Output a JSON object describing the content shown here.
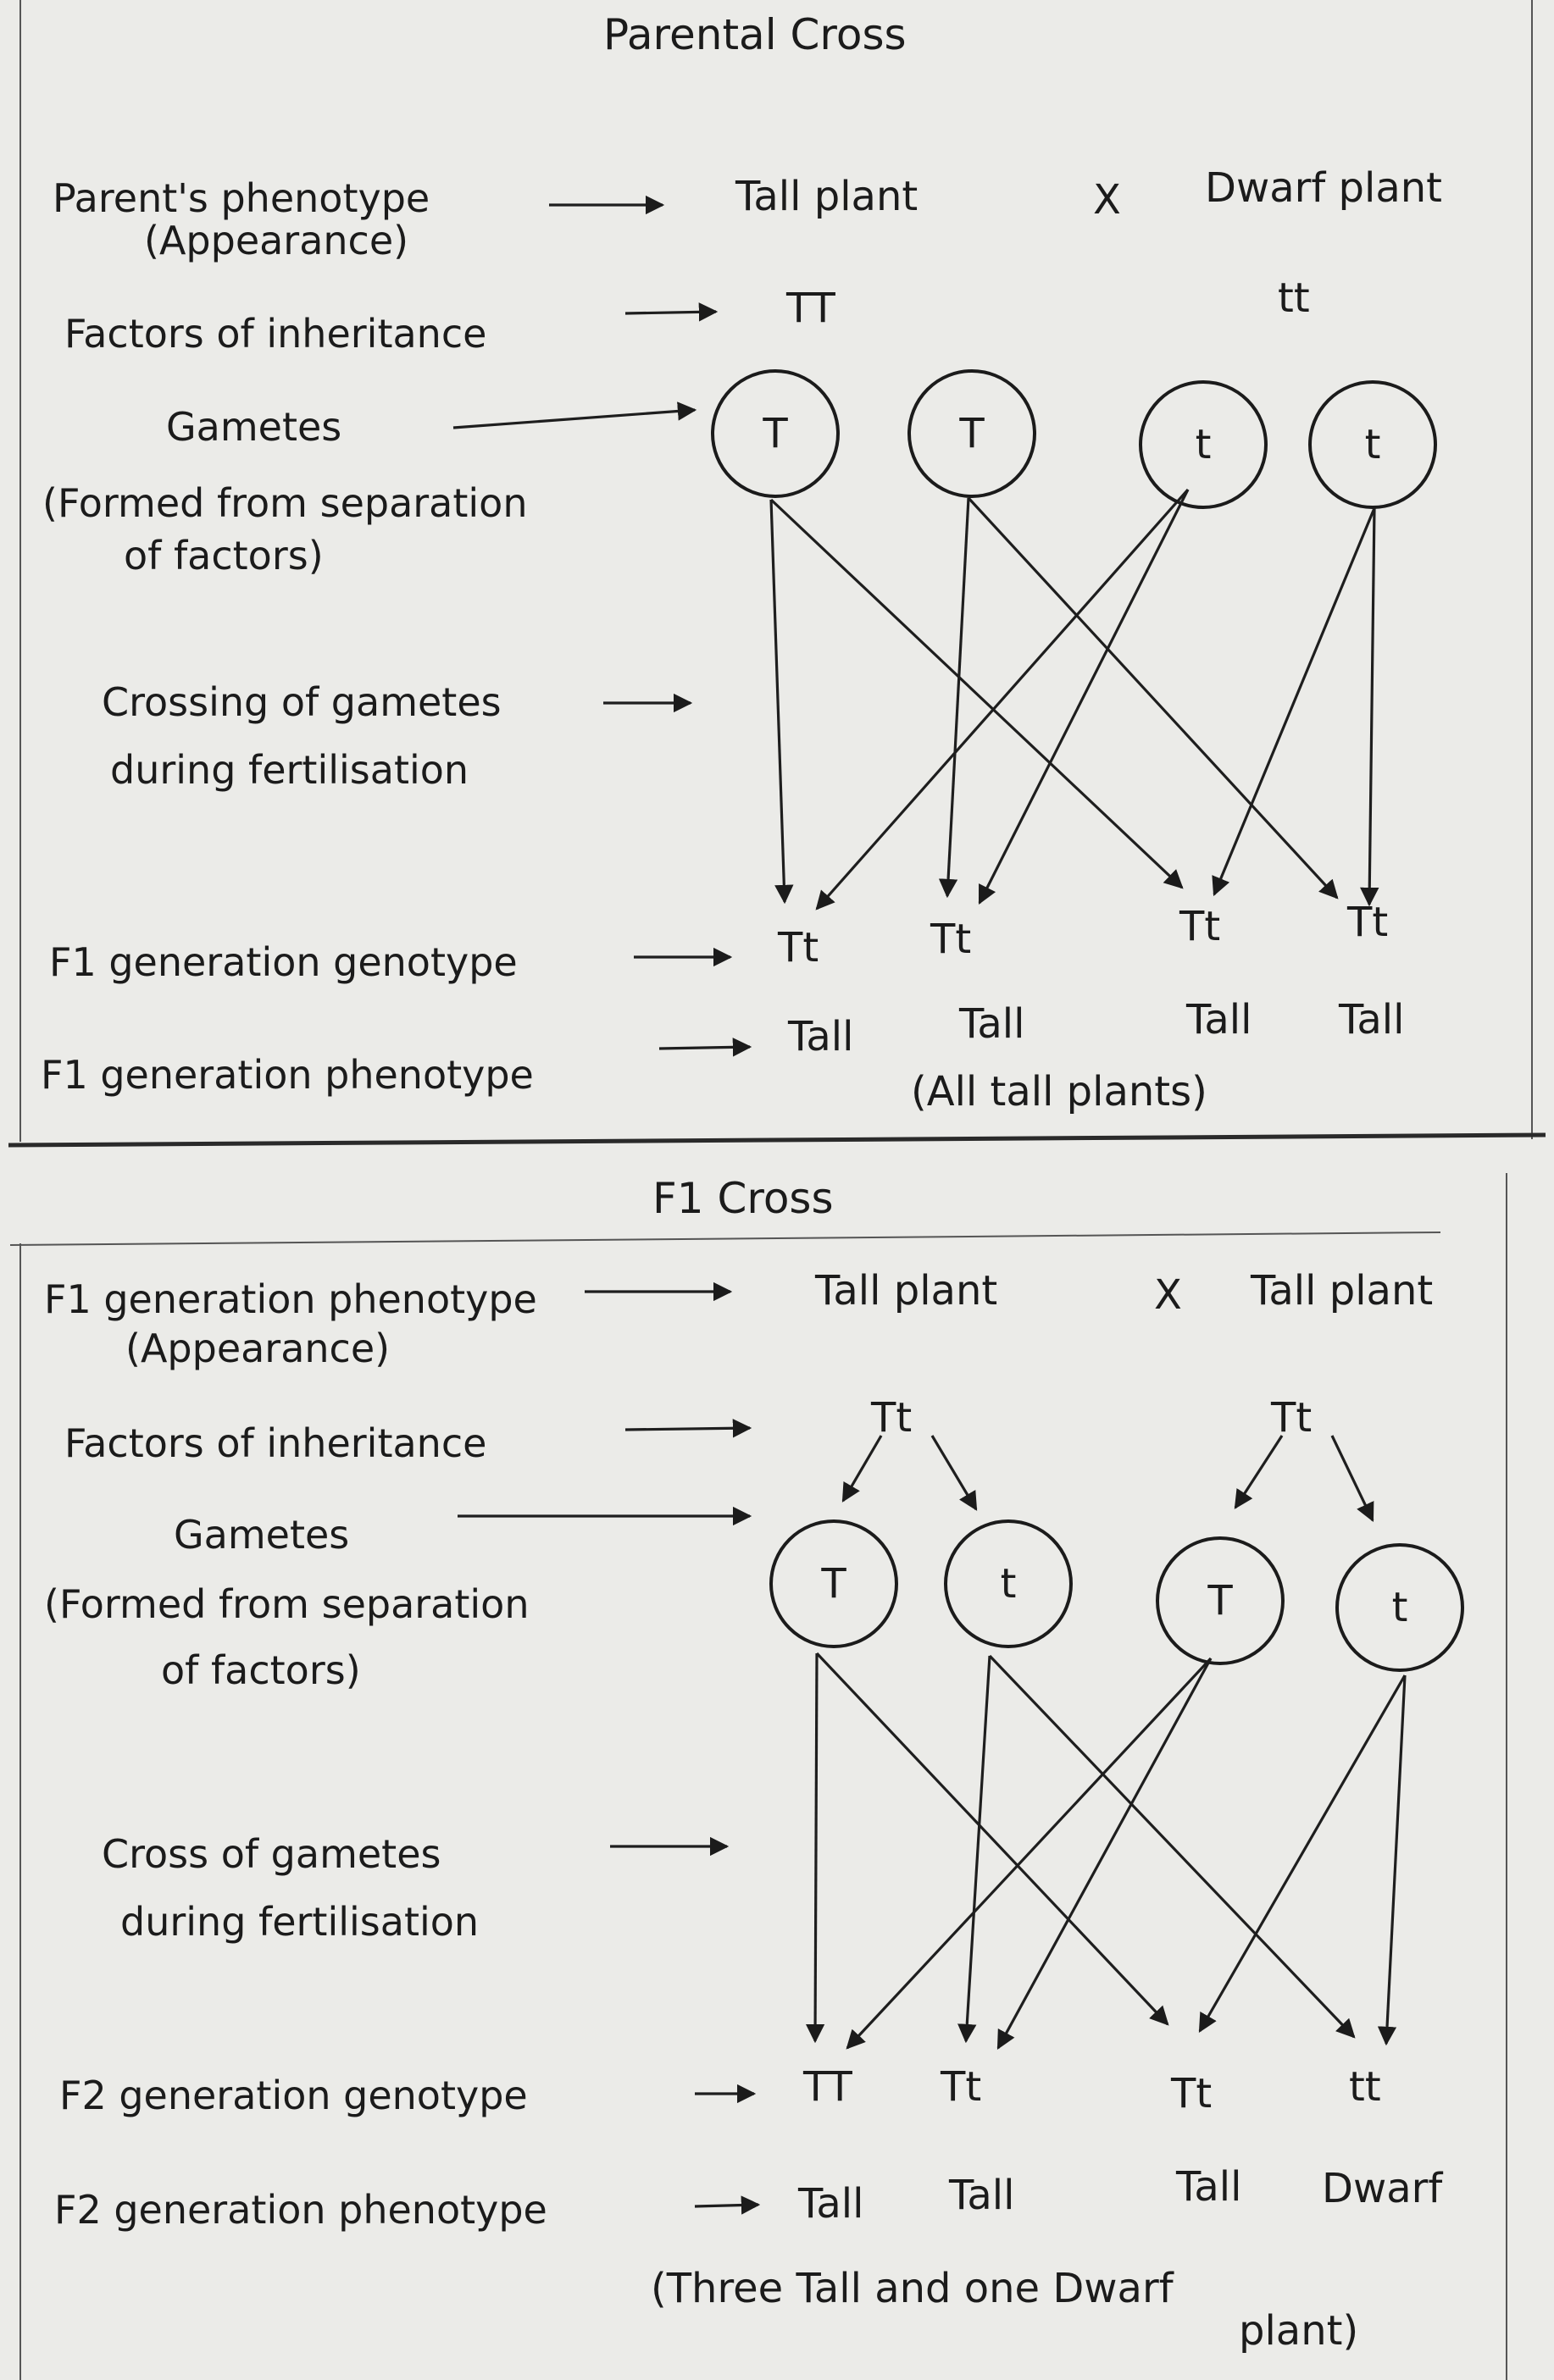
{
  "parental_cross": {
    "title": "Parental Cross",
    "rows": {
      "phenotype_label": "Parent's phenotype",
      "phenotype_sublabel": "(Appearance)",
      "phenotype_left": "Tall plant",
      "cross_symbol": "X",
      "phenotype_right": "Dwarf plant",
      "factors_label": "Factors of inheritance",
      "factors_left": "TT",
      "factors_right": "tt",
      "gametes_label": "Gametes",
      "gametes_sublabel_1": "(Formed from separation",
      "gametes_sublabel_2": "of factors)",
      "gametes": [
        "T",
        "T",
        "t",
        "t"
      ],
      "crossing_label_1": "Crossing of gametes",
      "crossing_label_2": "during fertilisation",
      "genotype_label": "F1 generation genotype",
      "genotypes": [
        "Tt",
        "Tt",
        "Tt",
        "Tt"
      ],
      "phenotype_f1_label": "F1 generation phenotype",
      "phenotypes": [
        "Tall",
        "Tall",
        "Tall",
        "Tall"
      ],
      "summary": "(All tall plants)"
    }
  },
  "f1_cross": {
    "title": "F1 Cross",
    "rows": {
      "phenotype_label": "F1 generation phenotype",
      "phenotype_sublabel": "(Appearance)",
      "phenotype_left": "Tall plant",
      "cross_symbol": "X",
      "phenotype_right": "Tall plant",
      "factors_label": "Factors of inheritance",
      "factors_left": "Tt",
      "factors_right": "Tt",
      "gametes_label": "Gametes",
      "gametes_sublabel_1": "(Formed from separation",
      "gametes_sublabel_2": "of factors)",
      "gametes": [
        "T",
        "t",
        "T",
        "t"
      ],
      "crossing_label_1": "Cross of gametes",
      "crossing_label_2": "during fertilisation",
      "genotype_label": "F2 generation genotype",
      "genotypes": [
        "TT",
        "Tt",
        "Tt",
        "tt"
      ],
      "phenotype_f2_label": "F2 generation phenotype",
      "phenotypes": [
        "Tall",
        "Tall",
        "Tall",
        "Dwarf"
      ],
      "summary_1": "(Three Tall and one Dwarf",
      "summary_2": "plant)"
    }
  }
}
